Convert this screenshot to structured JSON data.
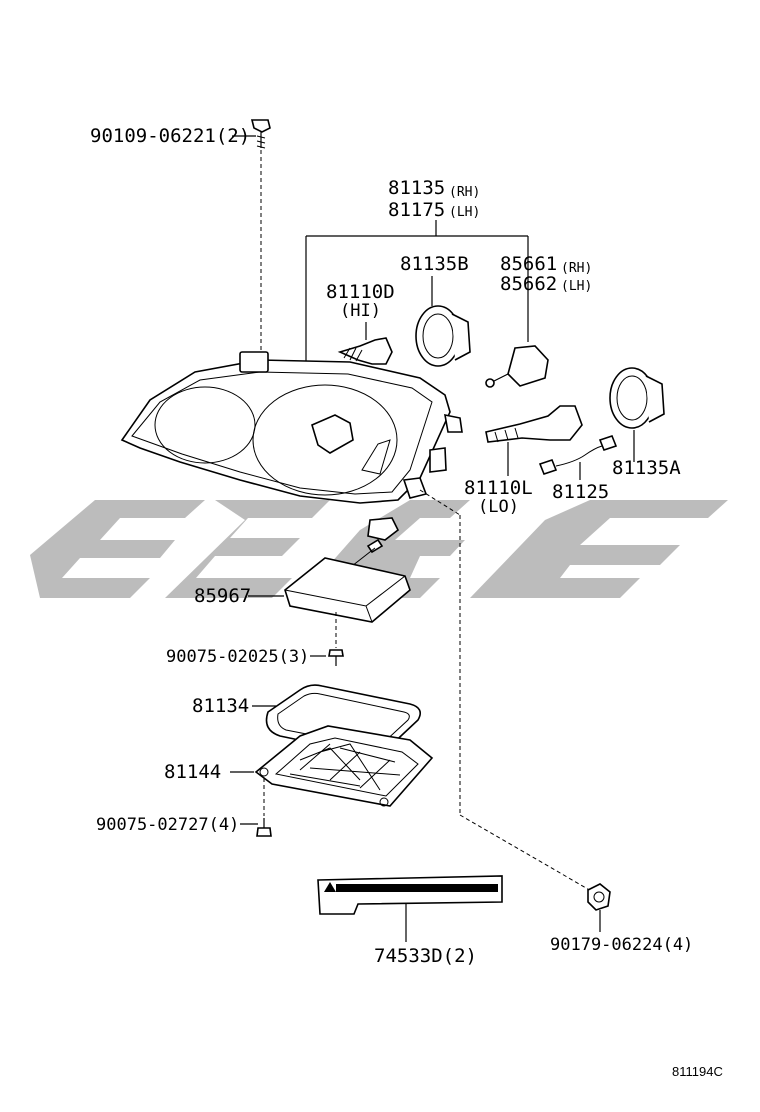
{
  "watermark": {
    "color": "#b5b5b5"
  },
  "labels": {
    "bolt_top": "90109-06221(2)",
    "assy_rh": "81135",
    "assy_rh_suffix": "(RH)",
    "assy_lh": "81175",
    "assy_lh_suffix": "(LH)",
    "cover_hi": "81135B",
    "bulb_hi": "81110D",
    "bulb_hi_sub": "(HI)",
    "socket_rh": "85661",
    "socket_rh_suffix": "(RH)",
    "socket_lh": "85662",
    "socket_lh_suffix": "(LH)",
    "bulb_lo": "81110L",
    "bulb_lo_sub": "(LO)",
    "wire": "81125",
    "cover_lo": "81135A",
    "computer": "85967",
    "screw_computer": "90075-02025(3)",
    "gasket": "81134",
    "case": "81144",
    "screw_case": "90075-02727(4)",
    "nut": "90179-06224(4)",
    "caution_label": "74533D(2)",
    "diagram_id": "811194C"
  }
}
